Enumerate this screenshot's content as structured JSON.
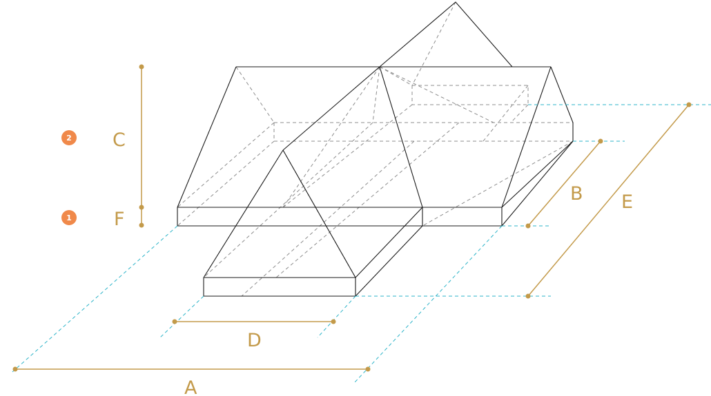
{
  "colors": {
    "edge": "#1a1a1a",
    "hidden_edge": "#8c8c8c",
    "guide": "#2bb3c8",
    "dimension": "#c39a4a",
    "badge": "#f0894a"
  },
  "dimensions": {
    "a": "A",
    "b": "B",
    "c": "C",
    "d": "D",
    "e": "E",
    "f": "F"
  },
  "badges": {
    "one": "1",
    "two": "2"
  }
}
